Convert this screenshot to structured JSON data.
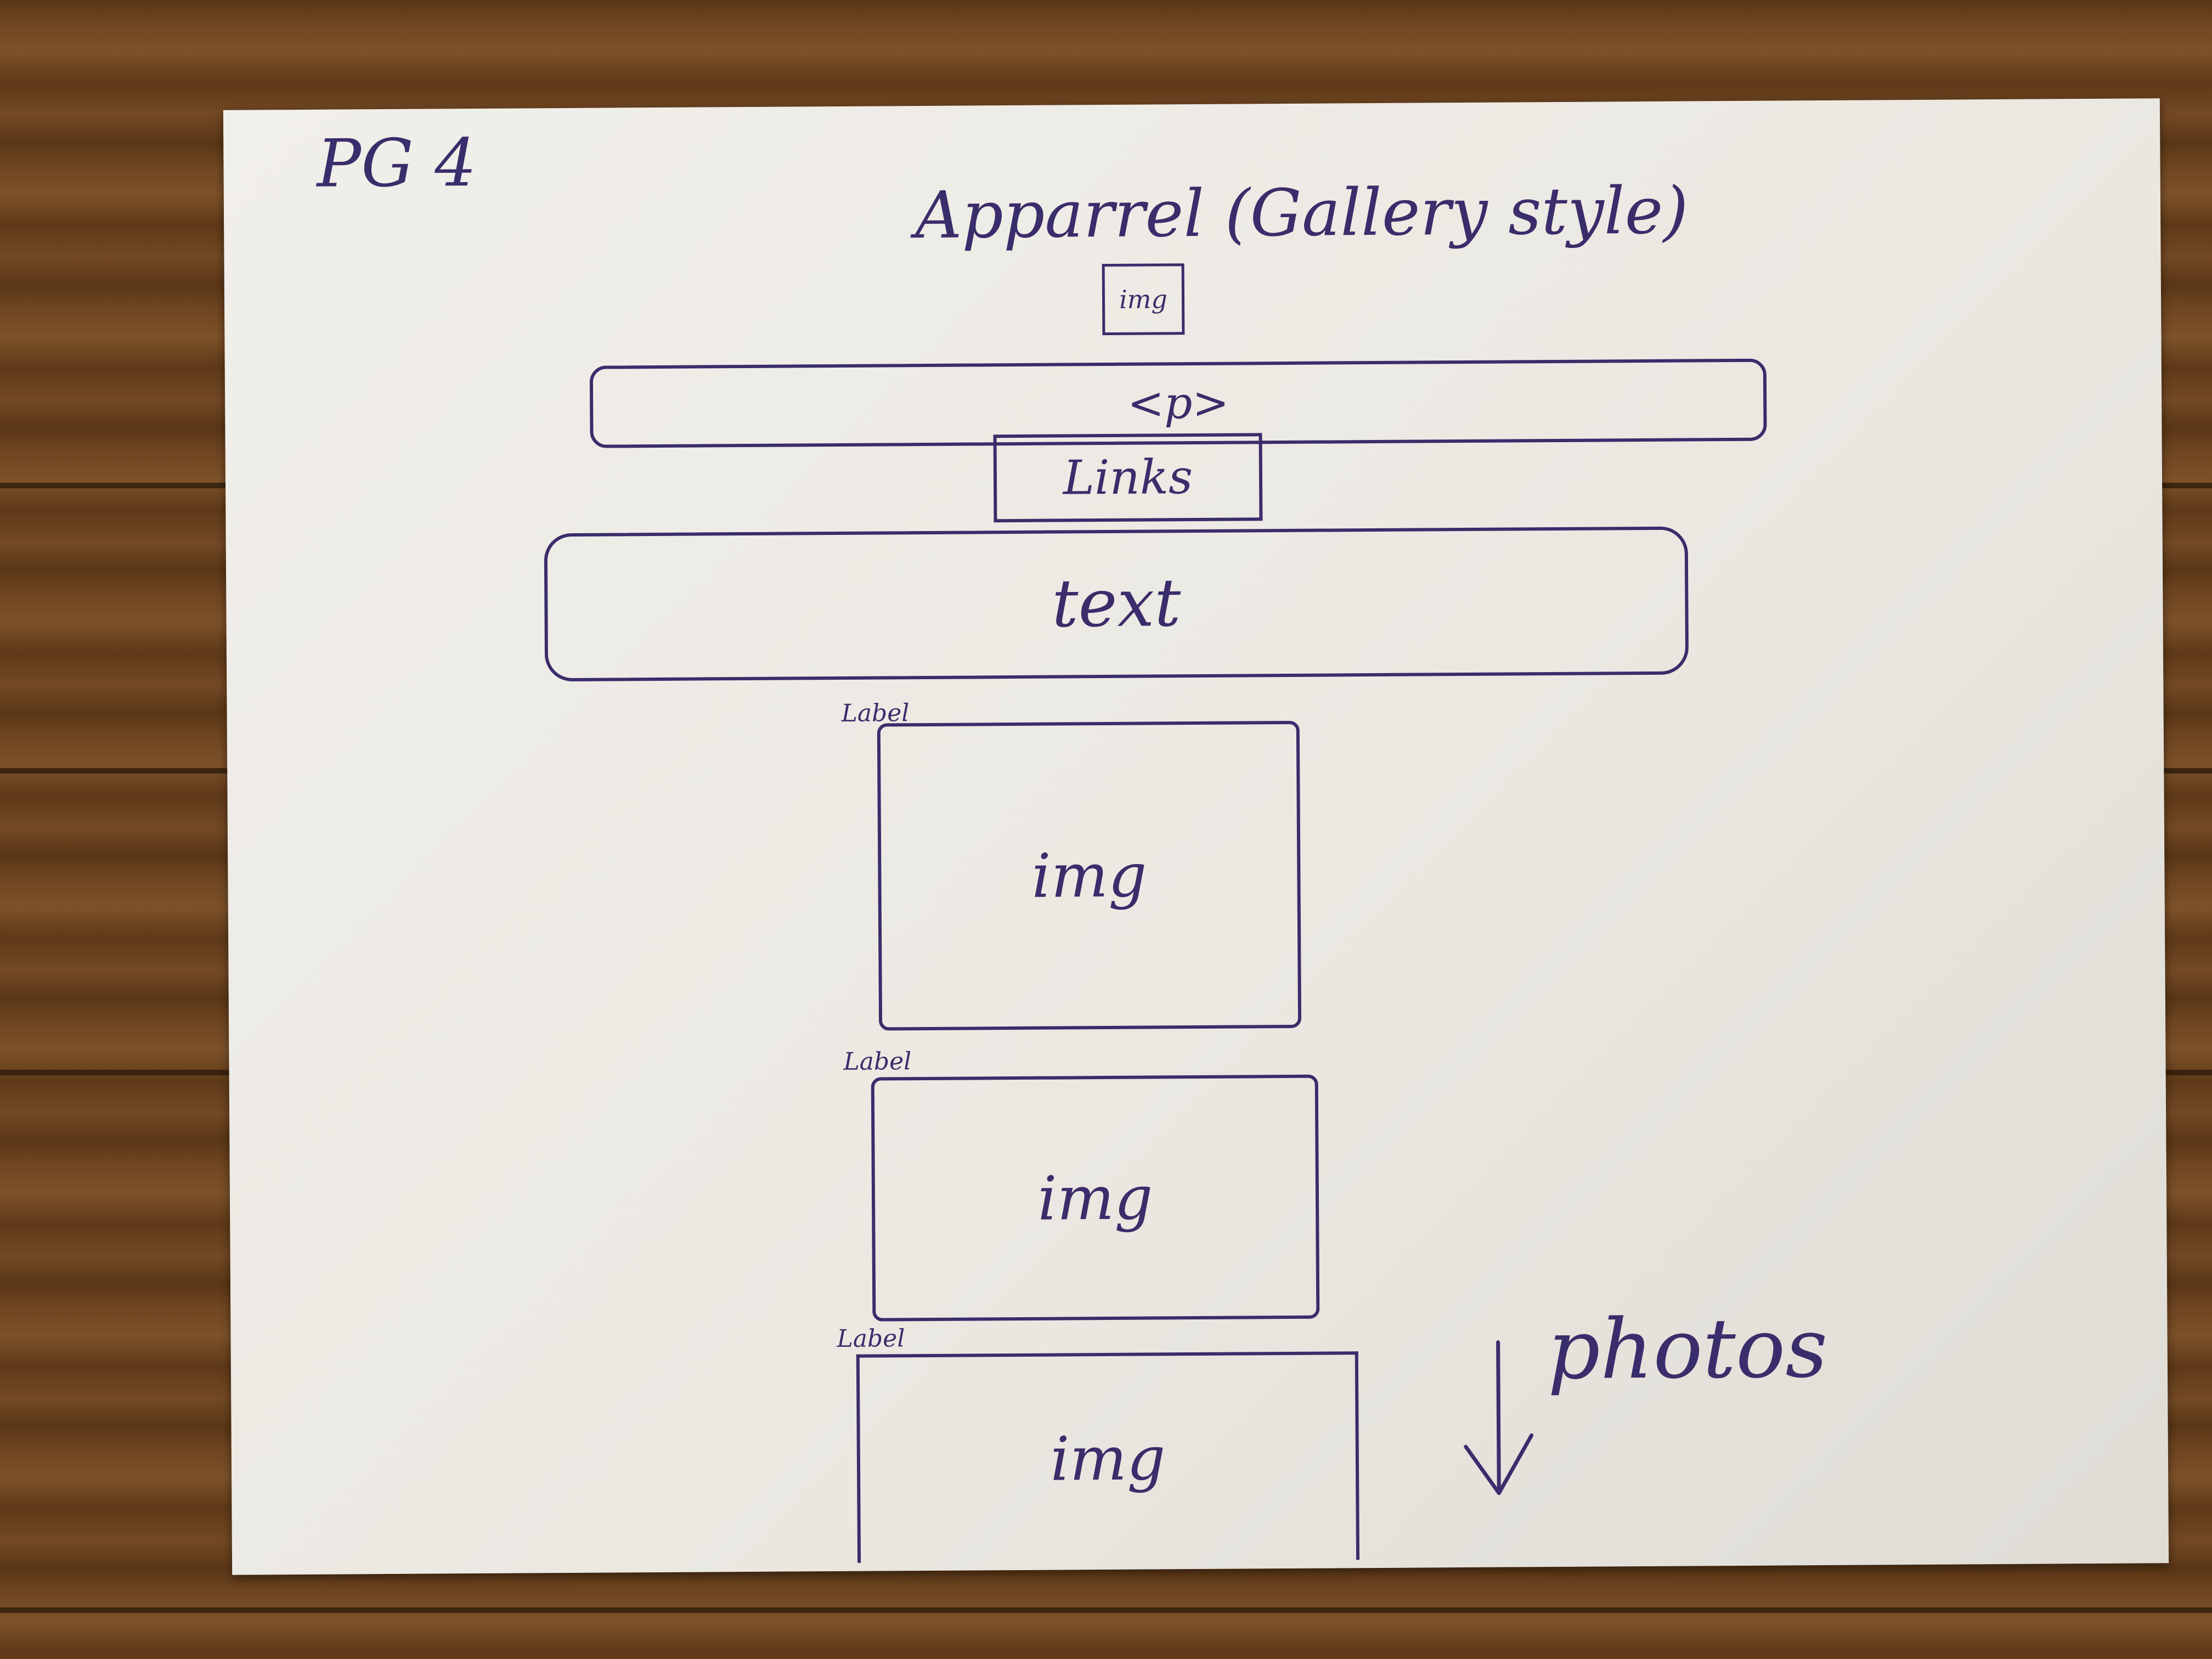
{
  "sketch": {
    "page_label": "PG 4",
    "title": "Apparrel (Gallery style)",
    "header_image_label": "img",
    "paragraph_label": "<p>",
    "links_label": "Links",
    "text_label": "text",
    "gallery": [
      {
        "label": "Label",
        "image_label": "img"
      },
      {
        "label": "Label",
        "image_label": "img"
      },
      {
        "label": "Label",
        "image_label": "img"
      }
    ],
    "more_note": "photos",
    "arrow_icon": "down-arrow-icon"
  },
  "colors": {
    "ink": "#3a2d6b",
    "paper": "#ebe8e2",
    "wood": "#6e4520"
  }
}
